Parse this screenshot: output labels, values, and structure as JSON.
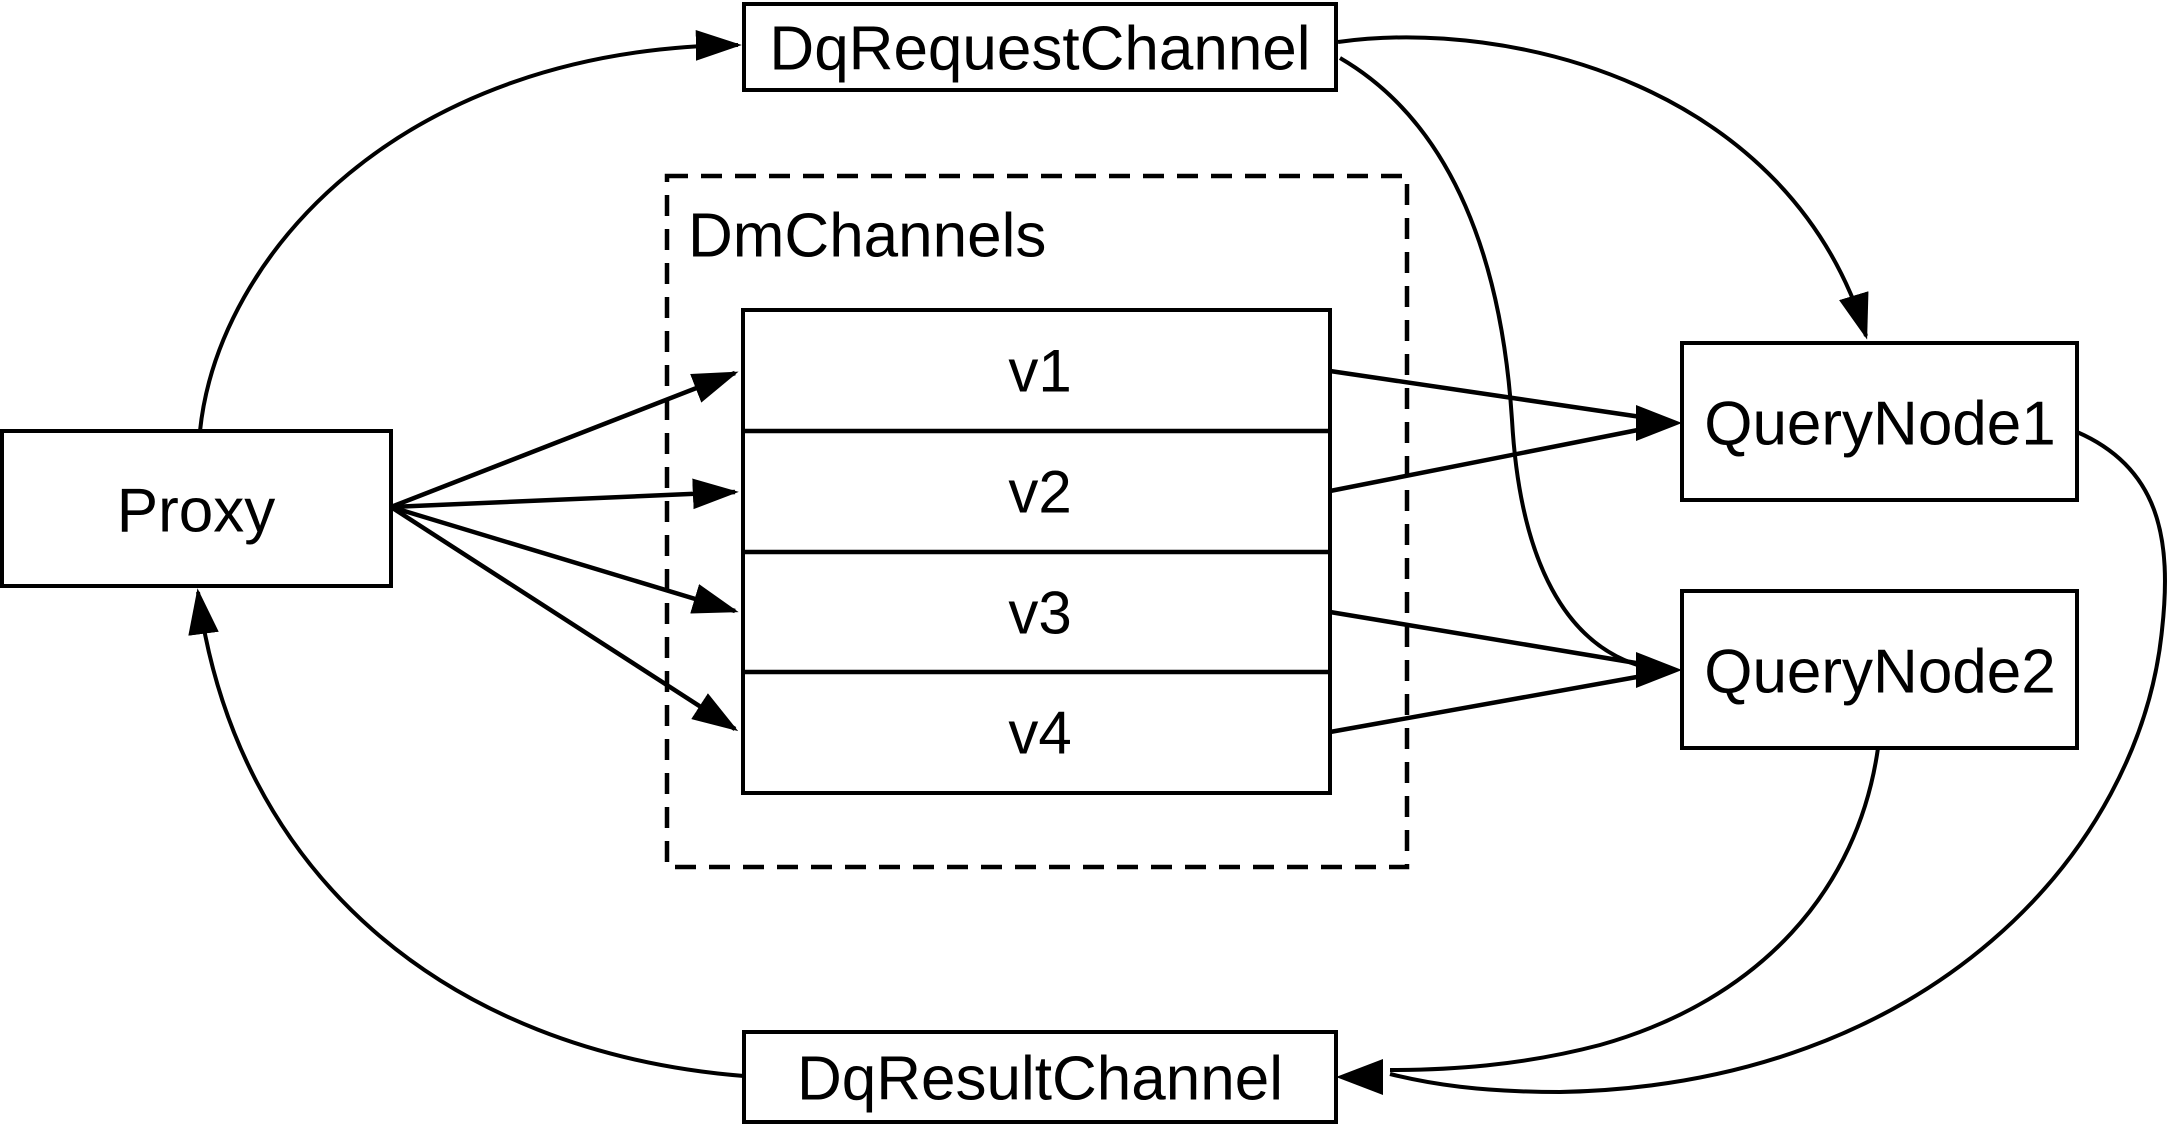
{
  "diagram": {
    "colors": {
      "background": "#ffffff",
      "stroke": "#000000",
      "box_fill": "#ffffff"
    },
    "nodes": {
      "proxy": "Proxy",
      "dq_request_channel": "DqRequestChannel",
      "dq_result_channel": "DqResultChannel",
      "query_node_1": "QueryNode1",
      "query_node_2": "QueryNode2",
      "dm_channels_group": "DmChannels",
      "channels": [
        "v1",
        "v2",
        "v3",
        "v4"
      ]
    },
    "edges": [
      {
        "from": "Proxy",
        "to": "DqRequestChannel"
      },
      {
        "from": "Proxy",
        "to": "v1"
      },
      {
        "from": "Proxy",
        "to": "v2"
      },
      {
        "from": "Proxy",
        "to": "v3"
      },
      {
        "from": "Proxy",
        "to": "v4"
      },
      {
        "from": "v1",
        "to": "QueryNode1"
      },
      {
        "from": "v2",
        "to": "QueryNode1"
      },
      {
        "from": "v3",
        "to": "QueryNode2"
      },
      {
        "from": "v4",
        "to": "QueryNode2"
      },
      {
        "from": "DqRequestChannel",
        "to": "QueryNode1"
      },
      {
        "from": "DqRequestChannel",
        "to": "QueryNode2"
      },
      {
        "from": "QueryNode1",
        "to": "DqResultChannel"
      },
      {
        "from": "QueryNode2",
        "to": "DqResultChannel"
      },
      {
        "from": "DqResultChannel",
        "to": "Proxy"
      }
    ]
  }
}
